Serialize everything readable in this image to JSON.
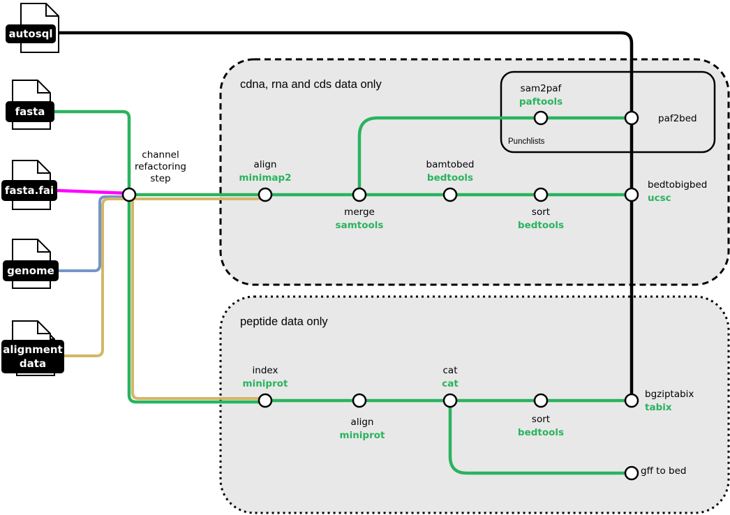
{
  "colors": {
    "green": "#2ab35e",
    "magenta": "#ff00ff",
    "blue": "#7396c8",
    "gold": "#d4b666",
    "black": "#000000",
    "group_fill": "#e8e8e8"
  },
  "icons": [
    "file-icon"
  ],
  "inputs": [
    {
      "label": "autosql"
    },
    {
      "label": "fasta"
    },
    {
      "label": "fasta.fai"
    },
    {
      "label": "genome"
    },
    {
      "label": "alignment\ndata"
    }
  ],
  "groups": {
    "cdna": {
      "title": "cdna, rna and cds data only"
    },
    "peptide": {
      "title": "peptide data only"
    },
    "punchlists": {
      "title": "Punchlists"
    }
  },
  "stations": {
    "refactor": {
      "name": "channel\nrefactoring\nstep",
      "tool": ""
    },
    "align_mm2": {
      "name": "align",
      "tool": "minimap2"
    },
    "merge": {
      "name": "merge",
      "tool": "samtools"
    },
    "bamtobed": {
      "name": "bamtobed",
      "tool": "bedtools"
    },
    "sort_cdna": {
      "name": "sort",
      "tool": "bedtools"
    },
    "sam2paf": {
      "name": "sam2paf",
      "tool": "paftools"
    },
    "paf2bed": {
      "name": "paf2bed",
      "tool": ""
    },
    "bedtobigbed": {
      "name": "bedtobigbed",
      "tool": "ucsc"
    },
    "index": {
      "name": "index",
      "tool": "miniprot"
    },
    "align_mp": {
      "name": "align",
      "tool": "miniprot"
    },
    "cat": {
      "name": "cat",
      "tool": "cat"
    },
    "sort_pep": {
      "name": "sort",
      "tool": "bedtools"
    },
    "bgziptabix": {
      "name": "bgziptabix",
      "tool": "tabix"
    },
    "gff2bed": {
      "name": "gff to bed",
      "tool": ""
    }
  }
}
